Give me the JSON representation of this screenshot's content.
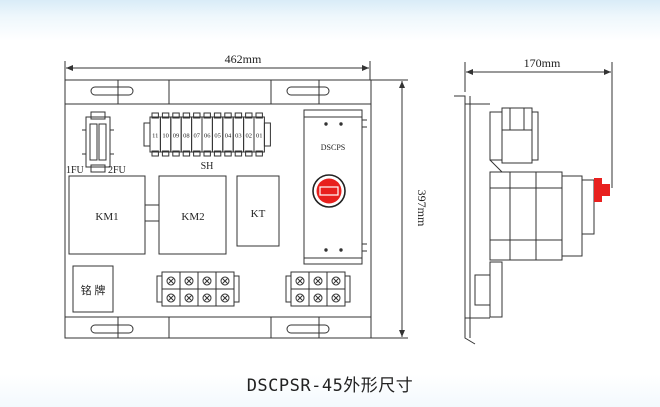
{
  "dimensions": {
    "width_label": "462mm",
    "height_label": "397mm",
    "depth_label": "170mm"
  },
  "terminal_strip": {
    "numbers": [
      "11",
      "10",
      "09",
      "08",
      "07",
      "06",
      "05",
      "04",
      "03",
      "02",
      "01"
    ],
    "label": "SH"
  },
  "fuses": {
    "left_label": "1FU",
    "right_label": "2FU"
  },
  "components": {
    "km1": "KM1",
    "km2": "KM2",
    "kt": "KT",
    "dscps": "DSCPS",
    "nameplate": "铭 牌"
  },
  "caption": "DSCPSR-45外形尺寸",
  "colors": {
    "line": "#333333",
    "knob": "#e8201e",
    "knob_side": "#e8201e",
    "background": "#ffffff"
  }
}
